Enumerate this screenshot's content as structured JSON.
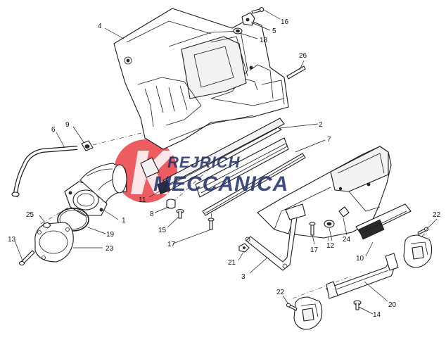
{
  "watermark": {
    "line1": "REJRICH",
    "line2": "MECCANICA",
    "colors": {
      "circle": "#e8262d",
      "text": "#1f2f6b"
    }
  },
  "callouts": [
    "1",
    "2",
    "3",
    "4",
    "5",
    "6",
    "7",
    "8",
    "9",
    "10",
    "11",
    "12",
    "13",
    "14",
    "15",
    "16",
    "17",
    "17",
    "18",
    "19",
    "20",
    "21",
    "22",
    "22",
    "23",
    "24",
    "25",
    "26"
  ]
}
